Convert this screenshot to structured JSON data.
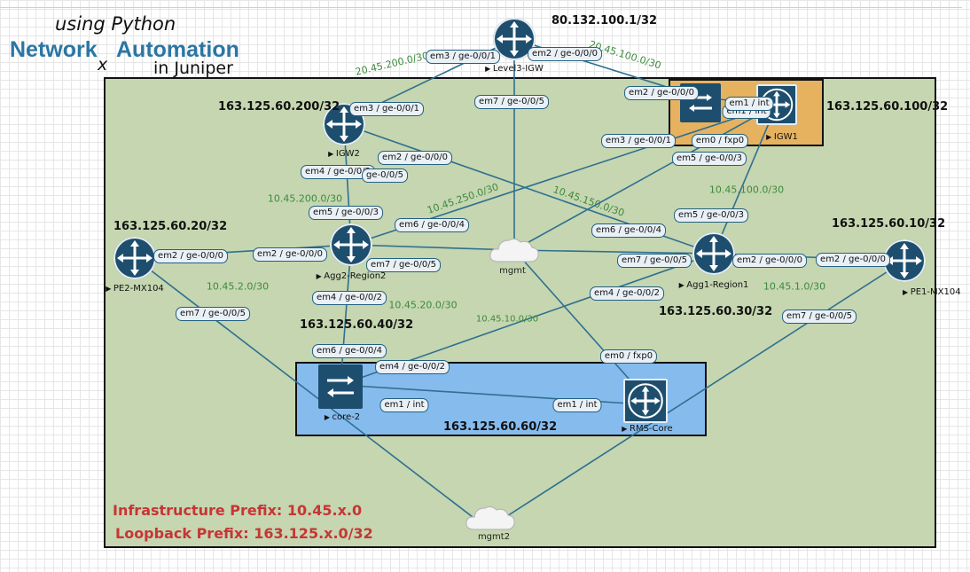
{
  "title": {
    "line1": "using Python",
    "network": "Network",
    "x": "x",
    "automation": "Automation",
    "juniper": "in Juniper"
  },
  "legend": {
    "infrastructure": "Infrastructure Prefix: 10.45.x.0",
    "loopback": "Loopback Prefix: 163.125.x.0/32"
  },
  "colors": {
    "main_zone": "#c5d6b0",
    "igw1_zone": "#e6b260",
    "core_zone": "#86bbee",
    "link": "#2f6f8f",
    "device": "#1e4e6e",
    "subnet_text": "#3e8a3e",
    "legend_text": "#c73535",
    "title_text": "#2b76a4"
  },
  "nodes": {
    "level3_igw": {
      "name": "Level3-IGW",
      "icon": "router-icon"
    },
    "igw2": {
      "name": "IGW2",
      "icon": "router-icon"
    },
    "igw1": {
      "name": "IGW1",
      "icon": "router-icon"
    },
    "igw1_switch": {
      "icon": "switch-icon"
    },
    "pe2": {
      "name": "PE2-MX104",
      "icon": "router-icon"
    },
    "agg2": {
      "name": "Agg2-Region2",
      "icon": "router-icon"
    },
    "agg1": {
      "name": "Agg1-Region1",
      "icon": "router-icon"
    },
    "pe1": {
      "name": "PE1-MX104",
      "icon": "router-icon"
    },
    "core2": {
      "name": "core-2",
      "icon": "switch-icon"
    },
    "rms_core": {
      "name": "RMS-Core",
      "icon": "router-icon"
    },
    "mgmt": {
      "name": "mgmt",
      "icon": "cloud-icon"
    },
    "mgmt2": {
      "name": "mgmt2",
      "icon": "cloud-icon"
    }
  },
  "loopbacks": {
    "level3": "80.132.100.1/32",
    "igw2": "163.125.60.200/32",
    "igw1": "163.125.60.100/32",
    "pe2": "163.125.60.20/32",
    "pe1": "163.125.60.10/32",
    "core2": "163.125.60.40/32",
    "agg1": "163.125.60.30/32",
    "core_zone": "163.125.60.60/32"
  },
  "interfaces": {
    "l3_em3": "em3 / ge-0/0/1",
    "l3_em2": "em2 / ge-0/0/0",
    "l3_em7": "em7 / ge-0/0/5",
    "igw2_em3": "em3 / ge-0/0/1",
    "igw2_em2": "em2 / ge-0/0/0",
    "igw2_em4": "em4 / ge-0/0/2",
    "igw2_ge5": "ge-0/0/5",
    "igw2_em5": "em5 / ge-0/0/3",
    "igw1_em2": "em2 / ge-0/0/0",
    "igw1_em1_a": "em1 / int",
    "igw1_em1_b": "em1 / int",
    "igw1_em3": "em3 / ge-0/0/1",
    "igw1_em0": "em0 / fxp0",
    "igw1_em5": "em5 / ge-0/0/3",
    "pe2_em2": "em2 / ge-0/0/0",
    "pe2_em7": "em7 / ge-0/0/5",
    "agg2_em2": "em2 / ge-0/0/0",
    "agg2_em6": "em6 / ge-0/0/4",
    "agg2_em7": "em7 / ge-0/0/5",
    "agg2_em4": "em4 / ge-0/0/2",
    "agg1_em5": "em5 / ge-0/0/3",
    "agg1_em6": "em6 / ge-0/0/4",
    "agg1_em7": "em7 / ge-0/0/5",
    "agg1_em2": "em2 / ge-0/0/0",
    "agg1_em4": "em4 / ge-0/0/2",
    "pe1_em2": "em2 / ge-0/0/0",
    "pe1_em7": "em7 / ge-0/0/5",
    "core2_em6": "em6 / ge-0/0/4",
    "core2_em4": "em4 / ge-0/0/2",
    "core2_em1": "em1 / int",
    "rms_em1": "em1 / int",
    "rms_em0": "em0 / fxp0"
  },
  "subnets": {
    "s1": "20.45.200.0/30",
    "s2": "20.45.100.0/30",
    "s3": "10.45.200.0/30",
    "s4": "10.45.250.0/30",
    "s5": "10.45.150.0/30",
    "s6": "10.45.100.0/30",
    "s7": "10.45.2.0/30",
    "s8": "10.45.20.0/30",
    "s9": "10.45.10.0/30",
    "s10": "10.45.1.0/30"
  }
}
